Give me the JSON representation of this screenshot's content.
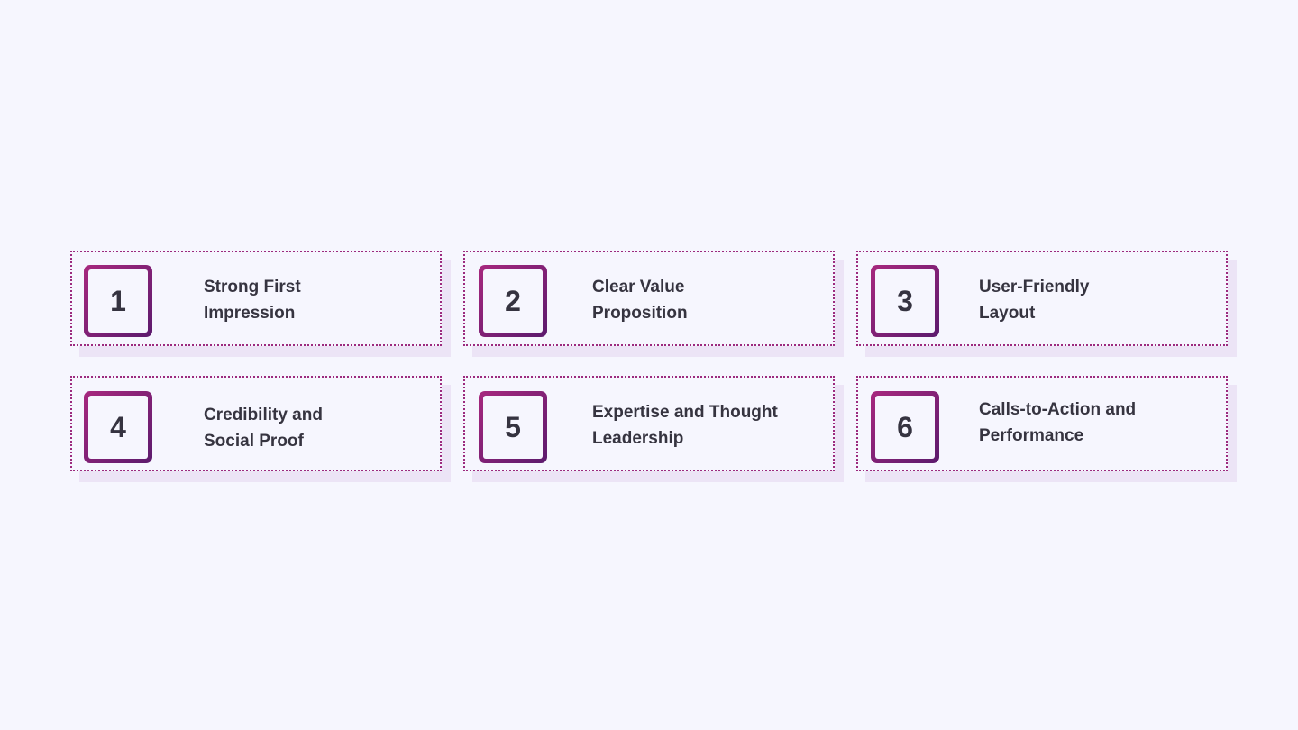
{
  "steps": [
    {
      "number": "1",
      "label": "Strong First\nImpression"
    },
    {
      "number": "2",
      "label": "Clear Value\nProposition"
    },
    {
      "number": "3",
      "label": "User-Friendly\nLayout"
    },
    {
      "number": "4",
      "label": "Credibility and\nSocial Proof"
    },
    {
      "number": "5",
      "label": "Expertise and Thought\nLeadership"
    },
    {
      "number": "6",
      "label": "Calls-to-Action and\nPerformance"
    }
  ],
  "colors": {
    "background": "#f6f6fe",
    "border_dotted": "#9c2a7e",
    "gradient_start": "#a7287e",
    "gradient_end": "#5c1a6d",
    "text": "#363440",
    "shadow": "#ece4f6"
  }
}
